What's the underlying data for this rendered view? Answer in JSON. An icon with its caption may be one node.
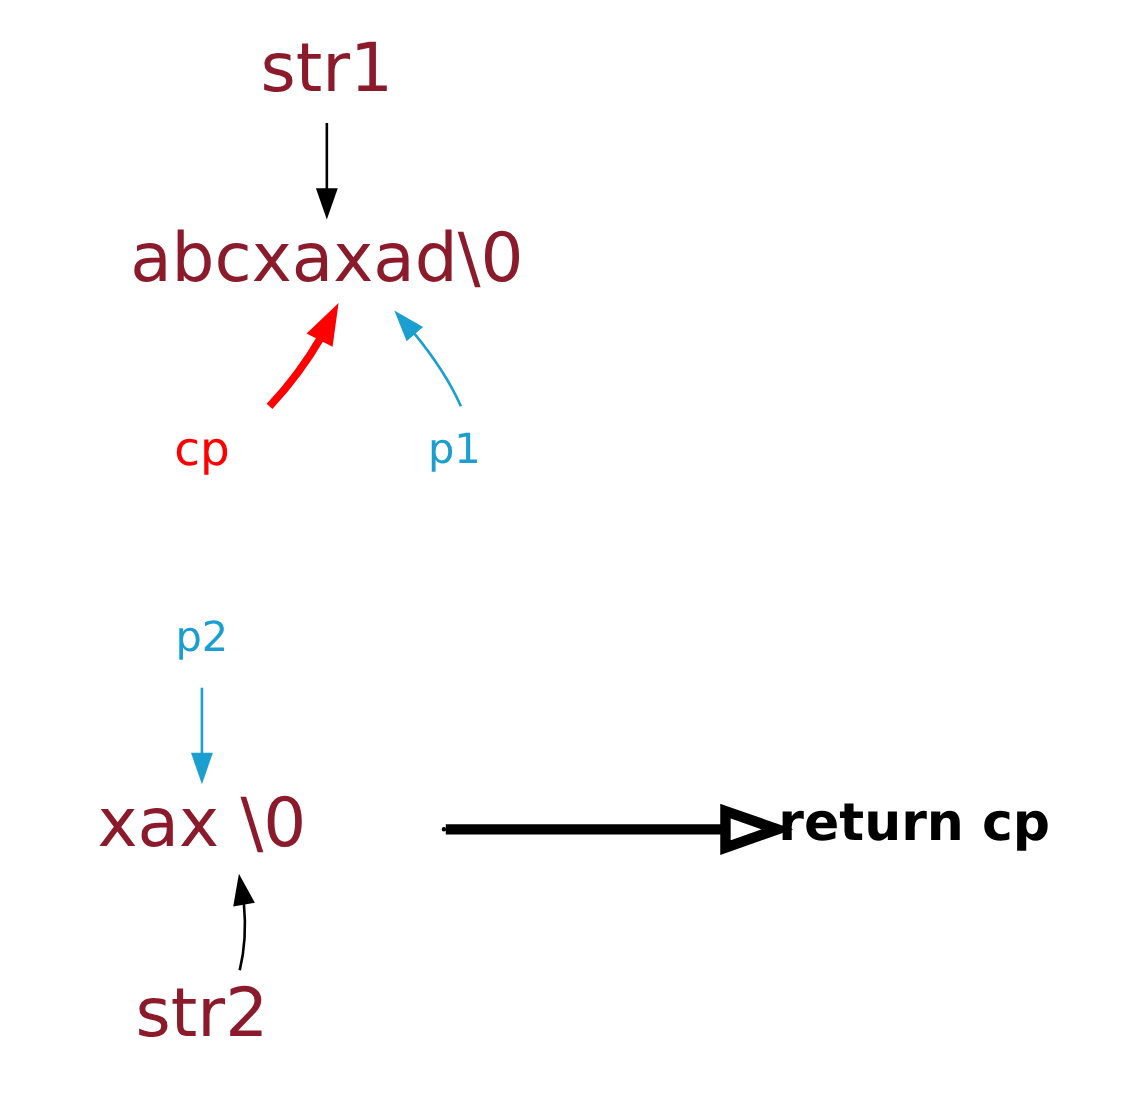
{
  "diagram": {
    "nodes": [
      {
        "text": [
          "str1"
        ]
      },
      {
        "text": [
          "abcxaxad\\0"
        ]
      },
      {
        "text": [
          "cp"
        ]
      },
      {
        "text": [
          "p1"
        ]
      },
      {
        "text": [
          "p2"
        ]
      },
      {
        "text": [
          "xax \\0"
        ]
      },
      {
        "text": [
          "str2"
        ]
      },
      {
        "text": [
          "return cp"
        ]
      }
    ],
    "edges": [
      {
        "from": 0,
        "to": 1,
        "arrow": "to"
      },
      {
        "from": 2,
        "to": 1,
        "arrow": "to",
        "style": "thick",
        "color": "#ff0000"
      },
      {
        "from": 3,
        "to": 1,
        "arrow": "to",
        "color": "#1a9fd0"
      },
      {
        "from": 4,
        "to": 5,
        "arrow": "to",
        "color": "#1a9fd0"
      },
      {
        "from": 6,
        "to": 5,
        "arrow": "to"
      },
      {
        "from": null,
        "to": 7,
        "arrow": "to",
        "style": "thick"
      }
    ]
  }
}
